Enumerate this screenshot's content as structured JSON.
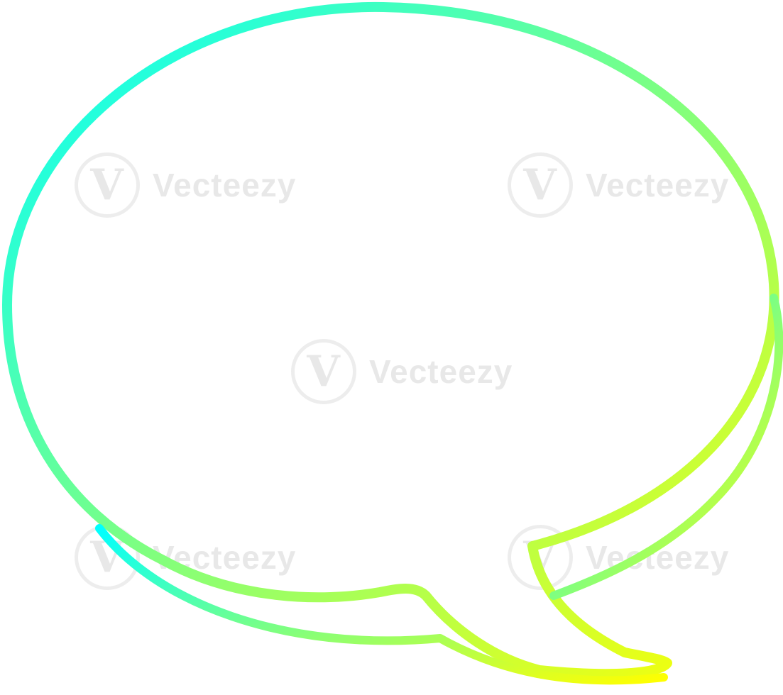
{
  "image": {
    "subject": "speech-bubble",
    "gradient_start_color": "#00ffff",
    "gradient_end_color": "#ffff00",
    "background_color": "#ffffff"
  },
  "watermark": {
    "brand": "Vecteezy",
    "logo_glyph": "V",
    "color": "#e6e6e6"
  }
}
